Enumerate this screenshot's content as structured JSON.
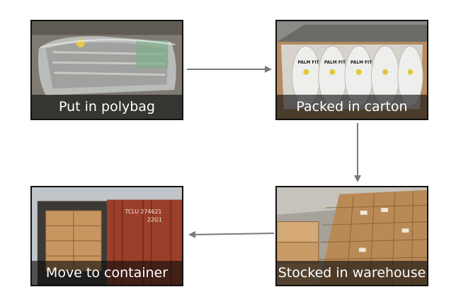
{
  "steps": [
    {
      "caption": "Put in polybag",
      "image": "gloves-in-polybag-photo"
    },
    {
      "caption": "Packed in carton",
      "image": "gloves-in-carton-photo"
    },
    {
      "caption": "Stocked in warehouse",
      "image": "warehouse-cartons-photo"
    },
    {
      "caption": "Move to container",
      "image": "shipping-container-photo"
    }
  ],
  "box_labels": {
    "carton_glove": "PALM FIT",
    "container_code": "TCLU 274621",
    "container_type": "22G1"
  },
  "colors": {
    "arrow": "#7a7a7a",
    "caption_band": "#0c0c0c",
    "border": "#111111",
    "carton": "#c9955a"
  }
}
